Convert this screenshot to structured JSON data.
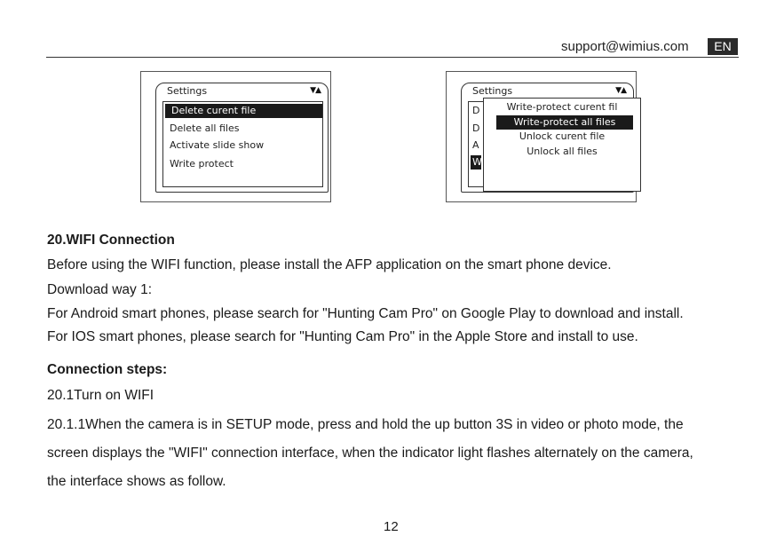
{
  "header": {
    "email": "support@wimius.com",
    "lang_badge": "EN"
  },
  "screen_left": {
    "title": "Settings",
    "arrows": "▼▲",
    "items": [
      "Delete curent file",
      "Delete all files",
      "Activate slide show",
      "Write protect"
    ],
    "selected_index": 0
  },
  "screen_right": {
    "title": "Settings",
    "arrows": "▼▲",
    "stub_items": [
      "D",
      "D",
      "A",
      "W"
    ],
    "popup_items": [
      "Write-protect curent fil",
      "Write-protect all files",
      "Unlock curent file",
      "Unlock all files"
    ],
    "popup_selected_index": 1
  },
  "section": {
    "heading": "20.WIFI Connection",
    "lines": [
      "Before using the WIFI function, please install the AFP application on the smart phone device.",
      "Download way 1:",
      "For Android smart phones, please search for \"Hunting Cam Pro\" on Google Play to download and install.",
      "For IOS smart phones, please search for \"Hunting Cam Pro\" in the Apple Store and install to use."
    ],
    "steps_heading": "Connection steps:",
    "step_lines": [
      "20.1Turn on WIFI",
      "20.1.1When the camera is in SETUP mode, press and hold the up button 3S in video or photo mode, the",
      "screen displays the \"WIFI\" connection interface, when the indicator light flashes alternately on the camera,",
      "the interface shows as follow."
    ]
  },
  "page_number": "12"
}
